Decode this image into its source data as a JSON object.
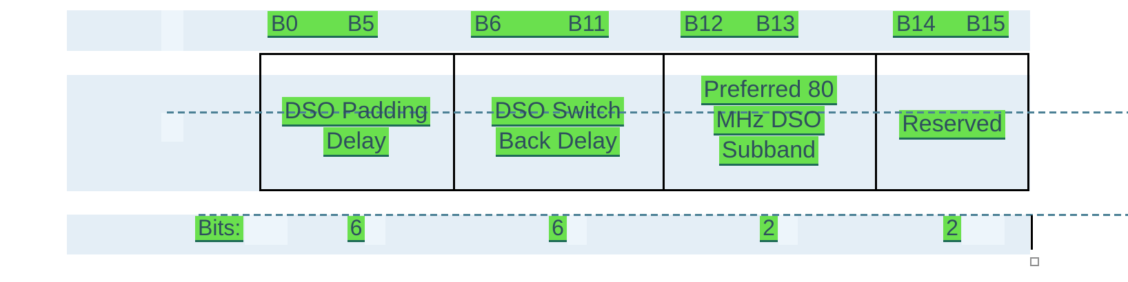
{
  "figure": {
    "bits_label": "Bits:",
    "columns": [
      {
        "start_bit": "B0",
        "end_bit": "B5",
        "line1": "DSO Padding",
        "line2": "Delay",
        "bits": "6"
      },
      {
        "start_bit": "B6",
        "end_bit": "B11",
        "line1": "DSO Switch",
        "line2": "Back Delay",
        "bits": "6"
      },
      {
        "start_bit": "B12",
        "end_bit": "B13",
        "line1": "Preferred 80",
        "line2": "MHz DSO",
        "line3": "Subband",
        "bits": "2"
      },
      {
        "start_bit": "B14",
        "end_bit": "B15",
        "line1": "Reserved",
        "bits": "2"
      }
    ]
  },
  "colors": {
    "highlight_green": "#6ae04e",
    "selection_blue": "#e4eef6",
    "selection_blue_light": "#edf5fb",
    "text_teal": "#2f4f5d",
    "underline_teal": "#1e6b56",
    "dashed_guide_teal": "#4b8095",
    "table_border": "#000000"
  }
}
